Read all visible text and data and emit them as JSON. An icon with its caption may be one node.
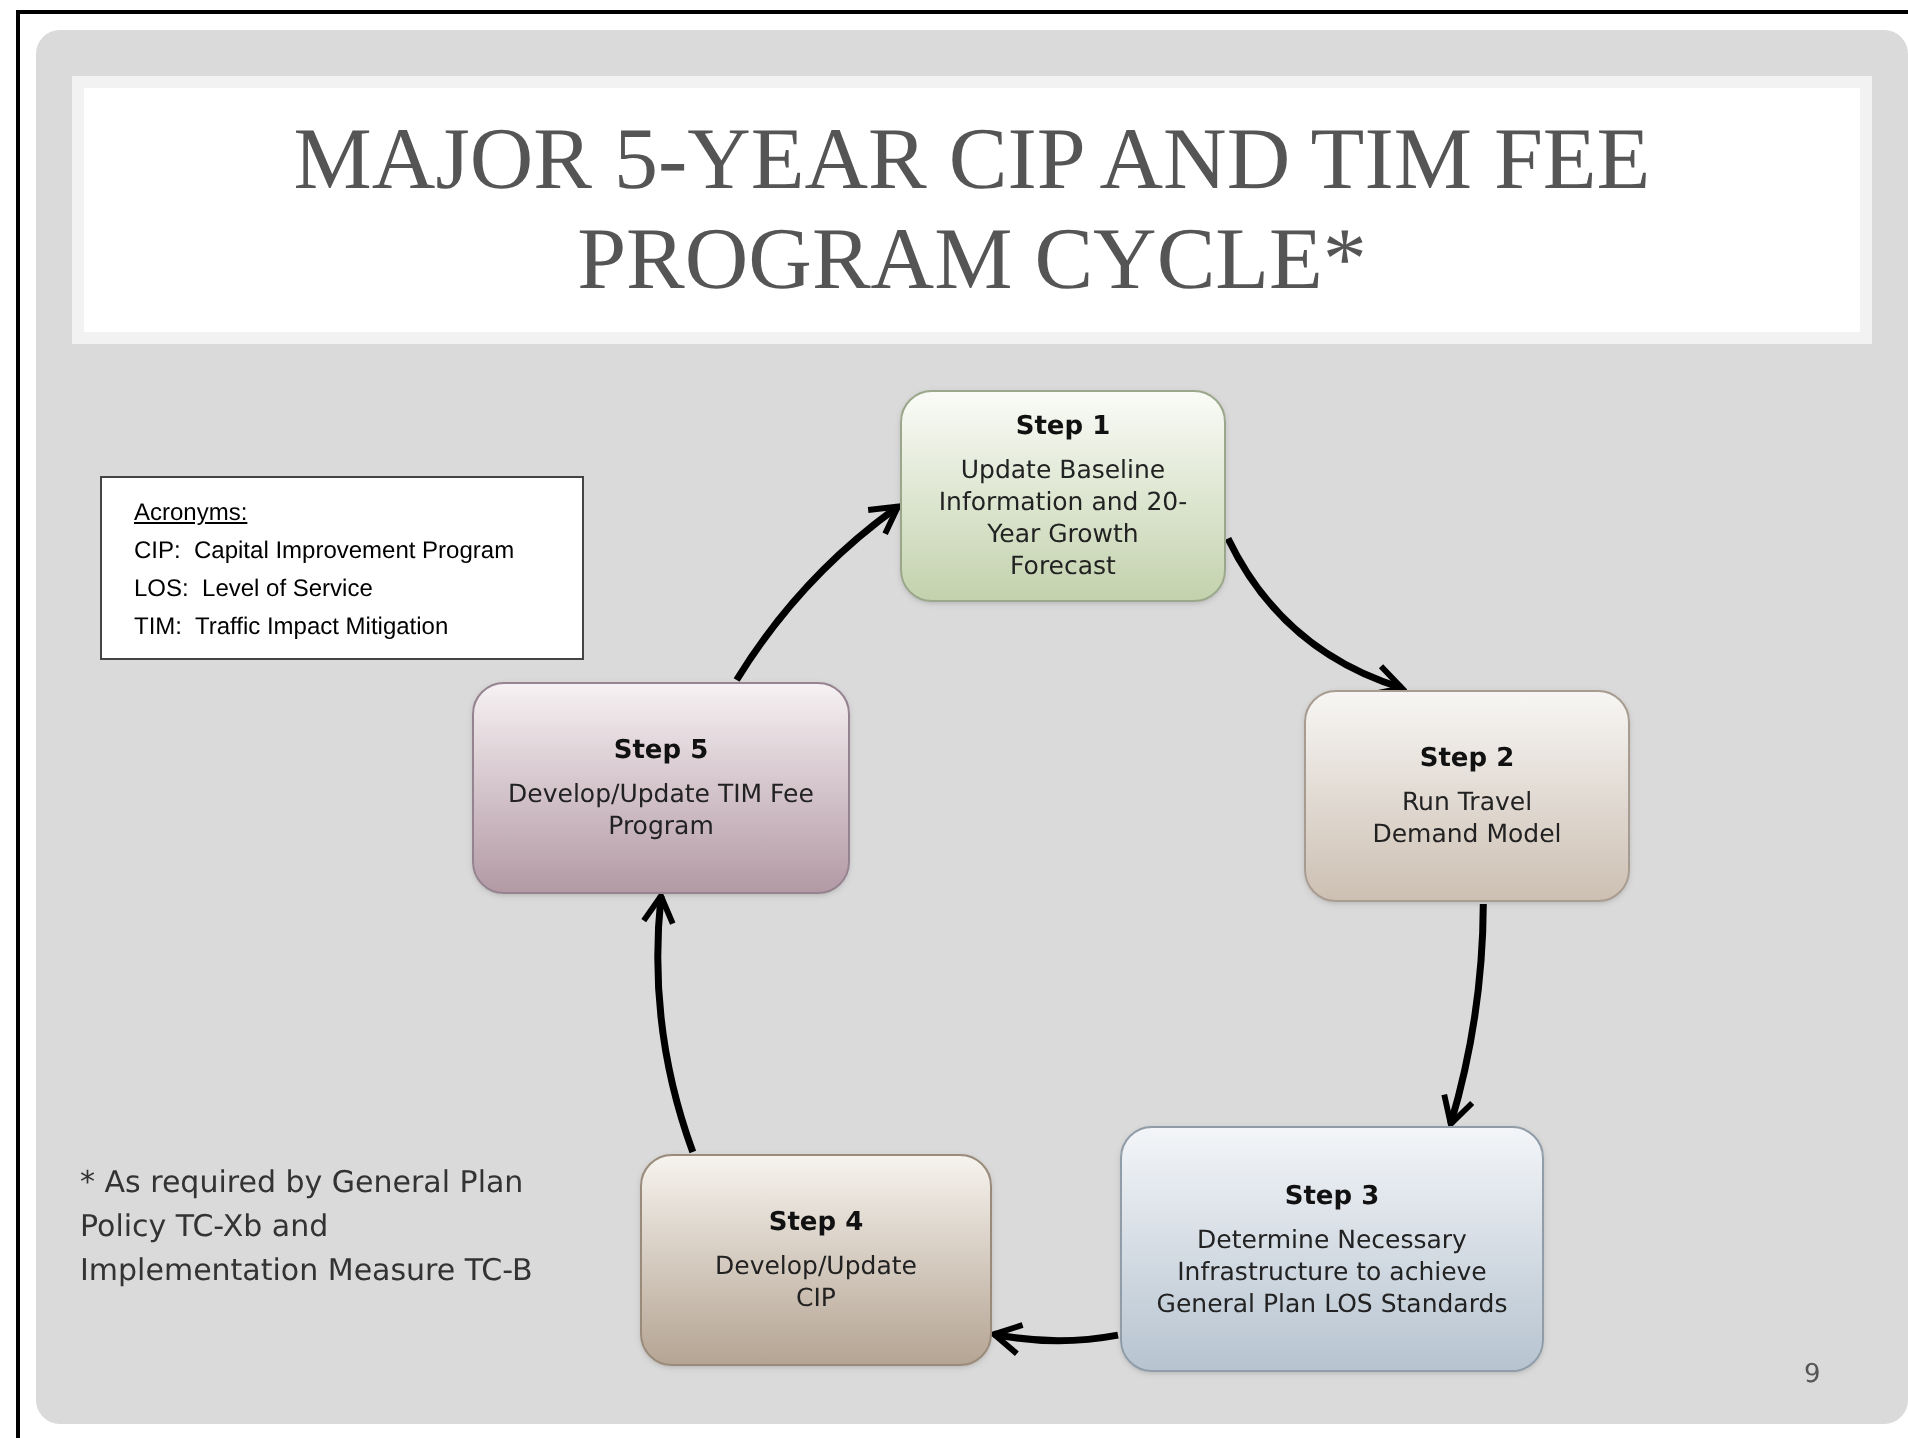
{
  "diagram": {
    "title": "MAJOR 5-YEAR CIP AND TIM FEE PROGRAM CYCLE*",
    "nodes": [
      {
        "text": [
          "Step 1",
          "Update Baseline Information and 20-Year Growth Forecast"
        ]
      },
      {
        "text": [
          "Step 2",
          "Run Travel Demand Model"
        ]
      },
      {
        "text": [
          "Step 3",
          "Determine Necessary Infrastructure to achieve General Plan LOS Standards"
        ]
      },
      {
        "text": [
          "Step 4",
          "Develop/Update CIP"
        ]
      },
      {
        "text": [
          "Step 5",
          "Develop/Update TIM Fee Program"
        ]
      },
      {
        "text": [
          "Acronyms:",
          "CIP:  Capital Improvement Program",
          "LOS:  Level of Service",
          "TIM:  Traffic Impact Mitigation"
        ]
      }
    ],
    "edges": [
      {
        "from": 0,
        "to": 1,
        "arrow": "to"
      },
      {
        "from": 1,
        "to": 2,
        "arrow": "to"
      },
      {
        "from": 2,
        "to": 3,
        "arrow": "to"
      },
      {
        "from": 3,
        "to": 4,
        "arrow": "to"
      },
      {
        "from": 4,
        "to": 0,
        "arrow": "to"
      }
    ],
    "labels": [
      "* As required by General Plan Policy TC-Xb and Implementation Measure TC-B",
      "9"
    ]
  }
}
